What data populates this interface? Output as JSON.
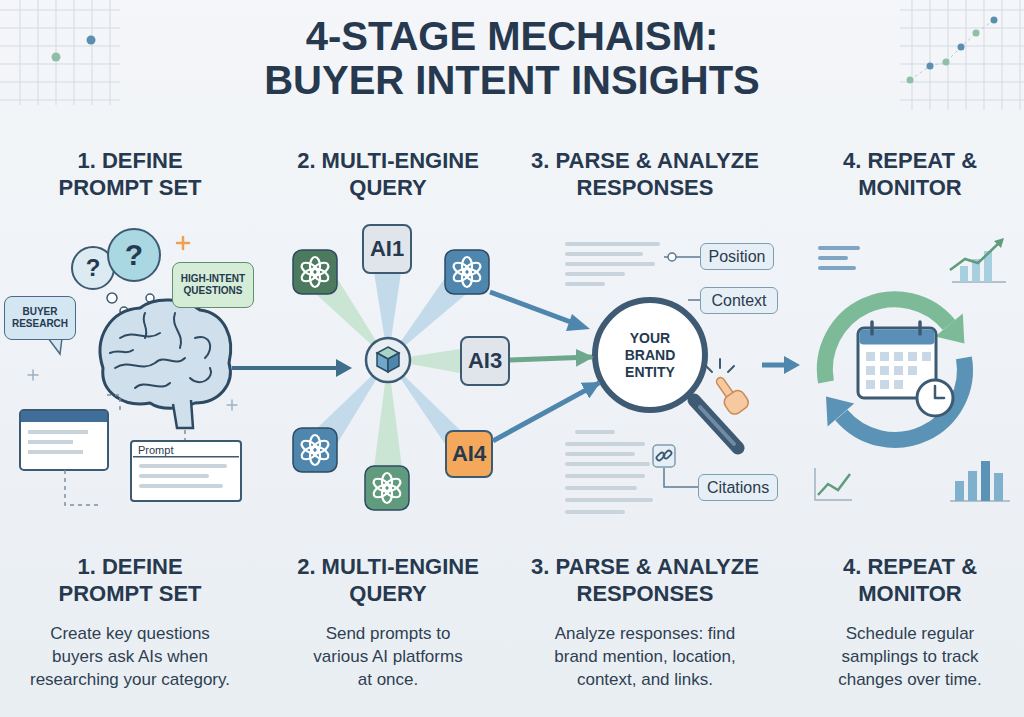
{
  "diagram": {
    "title": "4-STAGE MECHAISM: BUYER INTENT INSIGHTS",
    "nodes": [
      {
        "text": [
          "?"
        ]
      },
      {
        "text": [
          "?"
        ]
      },
      {
        "text": [
          "BUYER RESEARCH"
        ]
      },
      {
        "text": [
          "HIGH-INTENT QUESTIONS"
        ]
      },
      {
        "text": [
          "Prompt"
        ]
      },
      {
        "text": [
          "AI1"
        ]
      },
      {
        "text": [
          "AI3"
        ]
      },
      {
        "text": [
          "AI4"
        ]
      },
      {
        "text": [
          "Position"
        ]
      },
      {
        "text": [
          "YOUR BRAND ENTITY"
        ]
      },
      {
        "text": [
          "Context"
        ]
      },
      {
        "text": [
          "Citations"
        ]
      }
    ],
    "edges": [
      {
        "from": 6,
        "to": 9,
        "arrow": "to"
      },
      {
        "from": 7,
        "to": 9,
        "arrow": "to"
      }
    ],
    "labels": [
      "1. DEFINE PROMPT SET",
      "2. MULTI-ENGINE QUERY",
      "3. PARSE & ANALYZE RESPONSES",
      "4. REPEAT & MONITOR",
      "1. DEFINE PROMPT SET",
      "Create key questions buyers ask AIs when researching your category.",
      "2. MULTI-ENGINE QUERY",
      "Send prompts to various AI platforms at once.",
      "3. PARSE & ANALYZE RESPONSES",
      "Analyze responses: find brand mention, location, context, and links.",
      "4. REPEAT & MONITOR",
      "Schedule regular samplings to track changes over time."
    ]
  }
}
